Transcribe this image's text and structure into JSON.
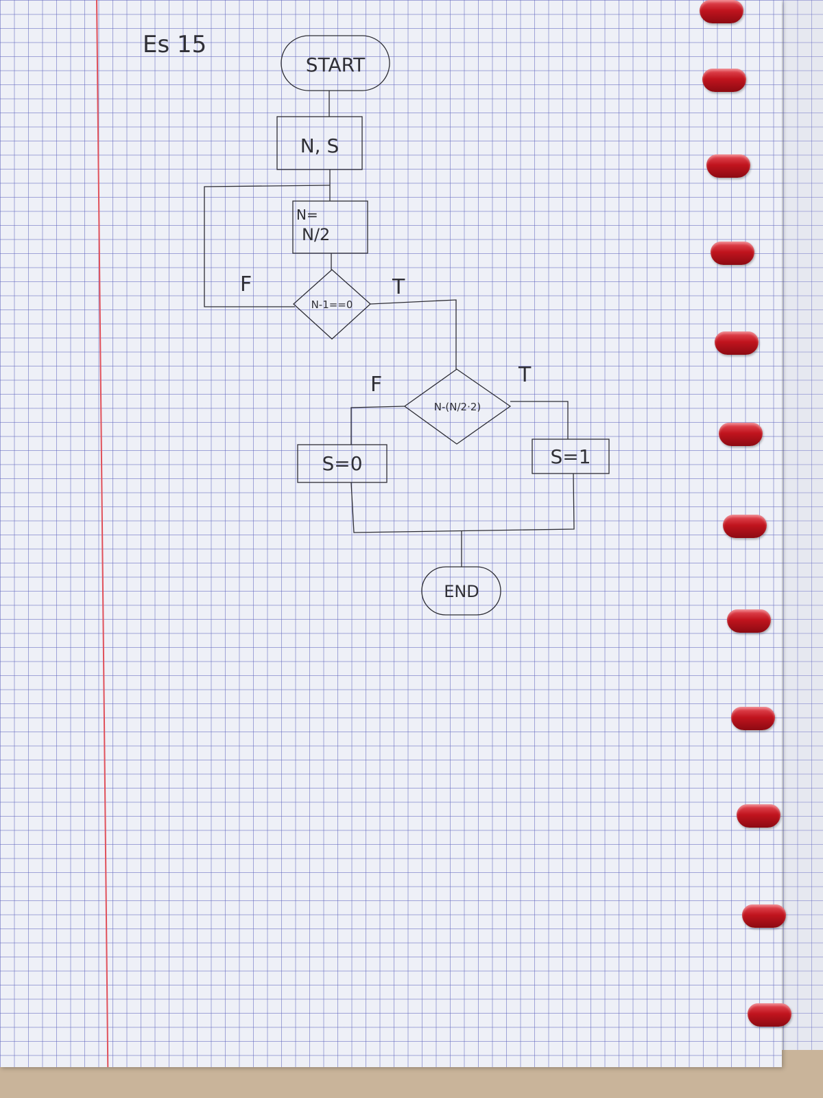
{
  "heading": "Es 15",
  "flowchart": {
    "start": "START",
    "input": "N, S",
    "process_top": "N=",
    "process_bottom": "N/2",
    "decision1": "N-1==0",
    "decision1_false": "F",
    "decision1_true": "T",
    "decision2": "N-(N/2·2)",
    "decision2_false": "F",
    "decision2_true": "T",
    "assign_false": "S=0",
    "assign_true": "S=1",
    "end": "END"
  },
  "colors": {
    "paper": "#eef0f7",
    "grid": "#5f64be",
    "margin": "#e0505a",
    "ink": "#2c2c34",
    "rings": "#c0141e"
  }
}
